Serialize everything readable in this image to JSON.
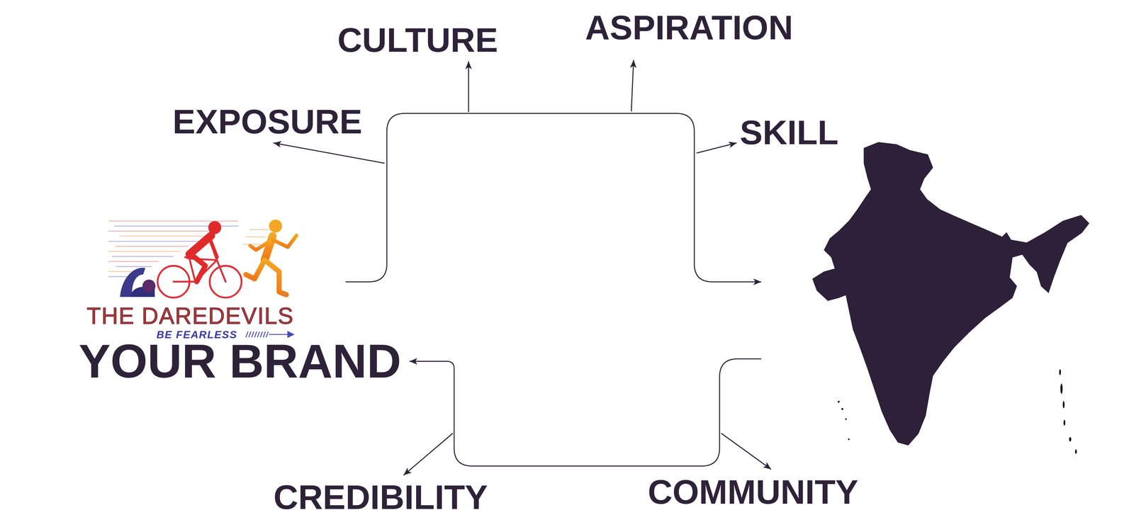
{
  "diagram": {
    "nodes": [
      {
        "text": [
          "THE DAREDEVILS",
          "BE FEARLESS"
        ]
      },
      {
        "text": [
          "YOUR BRAND"
        ]
      },
      {
        "text": []
      }
    ],
    "edges": [
      {
        "from": 0,
        "to": 2,
        "arrow": "to"
      },
      {
        "from": 2,
        "to": 1,
        "arrow": "to"
      }
    ],
    "labels": [
      "CULTURE",
      "ASPIRATION",
      "EXPOSURE",
      "SKILL",
      "CREDIBILITY",
      "COMMUNITY"
    ]
  }
}
